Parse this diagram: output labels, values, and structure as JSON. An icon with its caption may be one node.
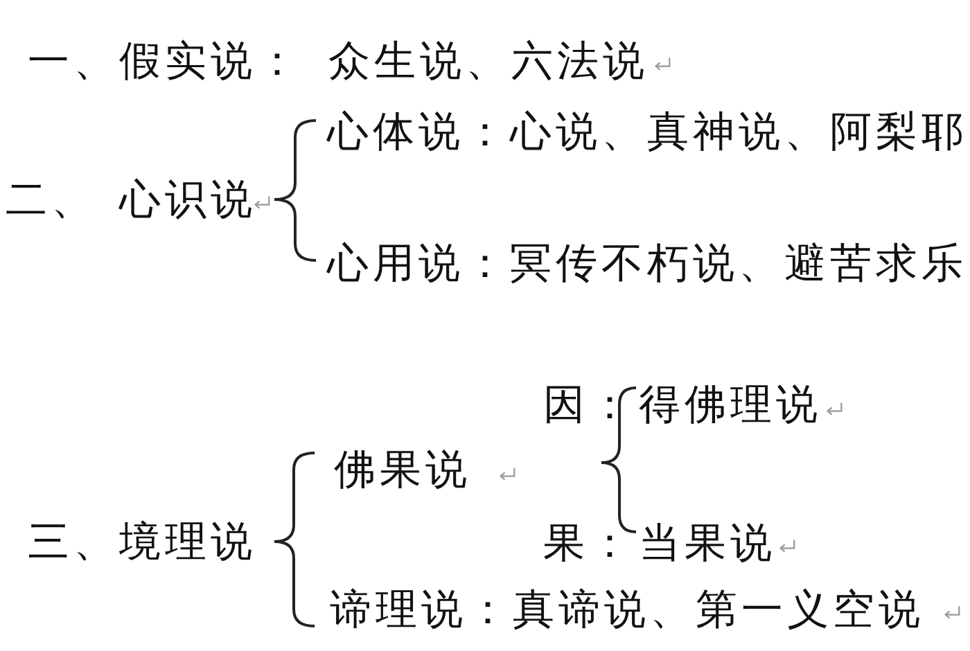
{
  "diagram": {
    "labels": [
      "一、假实说：",
      "众生说、六法说",
      "心体说：心说、真神说、阿梨耶",
      "二、",
      "心识说",
      "心用说：冥传不朽说、避苦求乐",
      "因：",
      "得佛理说",
      "佛果说",
      "三、境理说",
      "果：",
      "当果说",
      "谛理说：真谛说、第一义空说"
    ]
  }
}
